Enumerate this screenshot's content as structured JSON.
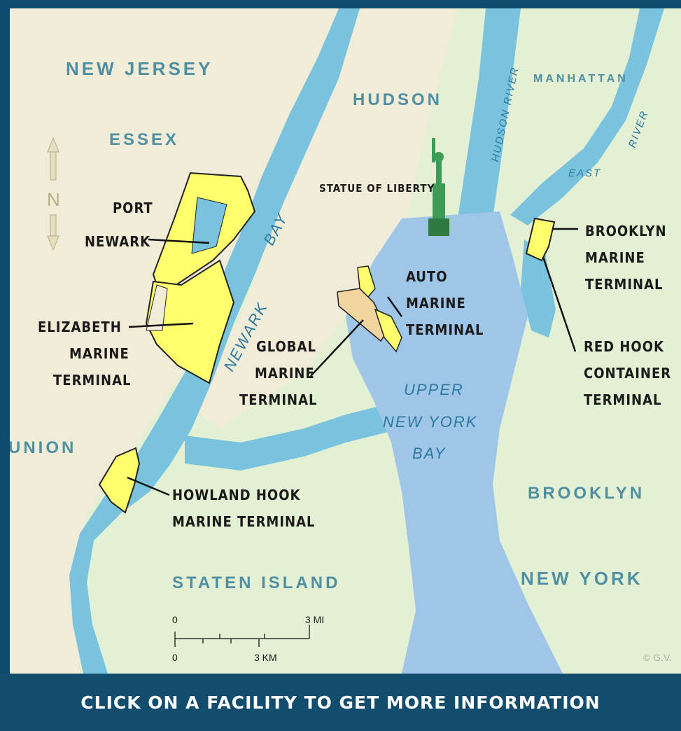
{
  "regions": {
    "new_jersey": "NEW JERSEY",
    "essex": "ESSEX",
    "hudson": "HUDSON",
    "manhattan": "MANHATTAN",
    "union": "UNION",
    "brooklyn": "BROOKLYN",
    "new_york": "NEW YORK",
    "staten_island": "STATEN ISLAND"
  },
  "waters": {
    "hudson_river": "HUDSON RIVER",
    "east": "EAST",
    "river": "RIVER",
    "newark_bay_1": "NEWARK",
    "newark_bay_2": "BAY",
    "upper_1": "UPPER",
    "upper_2": "NEW YORK",
    "upper_3": "BAY"
  },
  "landmark": "STATUE OF LIBERTY",
  "compass": "N",
  "facilities": {
    "port_newark": [
      "PORT",
      "NEWARK"
    ],
    "elizabeth": [
      "ELIZABETH",
      "MARINE",
      "TERMINAL"
    ],
    "global": [
      "GLOBAL",
      "MARINE",
      "TERMINAL"
    ],
    "auto": [
      "AUTO",
      "MARINE",
      "TERMINAL"
    ],
    "brooklyn": [
      "BROOKLYN",
      "MARINE",
      "TERMINAL"
    ],
    "red_hook": [
      "RED HOOK",
      "CONTAINER",
      "TERMINAL"
    ],
    "howland": [
      "HOWLAND HOOK",
      "MARINE TERMINAL"
    ]
  },
  "scale": {
    "zero_top": "0",
    "zero_bottom": "0",
    "mi": "3 MI",
    "km": "3 KM"
  },
  "copyright": "© G.V.",
  "footer": "CLICK ON A FACILITY TO GET MORE INFORMATION",
  "colors": {
    "water": "#79c3df",
    "bay": "#9fc6e8",
    "nj_land": "#f1ecd7",
    "ny_land": "#e3f0d4",
    "terminal": "#ffff6e",
    "frame": "#0e4a6b"
  }
}
